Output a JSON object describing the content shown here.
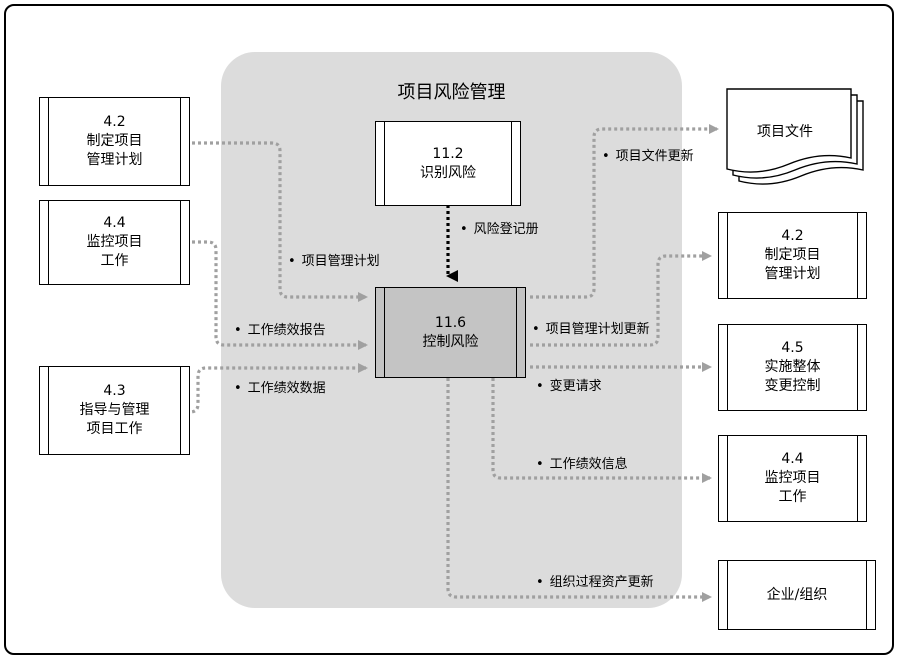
{
  "group": {
    "title": "项目风险管理"
  },
  "inputs": [
    {
      "num": "4.2",
      "line1": "制定项目",
      "line2": "管理计划"
    },
    {
      "num": "4.4",
      "line1": "监控项目",
      "line2": "工作"
    },
    {
      "num": "4.3",
      "line1": "指导与管理",
      "line2": "项目工作"
    }
  ],
  "center": {
    "top": {
      "num": "11.2",
      "name": "识别风险"
    },
    "main": {
      "num": "11.6",
      "name": "控制风险"
    }
  },
  "outputs": [
    {
      "title": "项目文件"
    },
    {
      "num": "4.2",
      "line1": "制定项目",
      "line2": "管理计划"
    },
    {
      "num": "4.5",
      "line1": "实施整体",
      "line2": "变更控制"
    },
    {
      "num": "4.4",
      "line1": "监控项目",
      "line2": "工作"
    },
    {
      "title": "企业/组织"
    }
  ],
  "labels": {
    "risk_register": "风险登记册",
    "pm_plan": "项目管理计划",
    "perf_reports": "工作绩效报告",
    "perf_data": "工作绩效数据",
    "doc_updates": "项目文件更新",
    "pm_plan_updates": "项目管理计划更新",
    "change_requests": "变更请求",
    "perf_info": "工作绩效信息",
    "opa_updates": "组织过程资产更新"
  },
  "bullet": "•"
}
